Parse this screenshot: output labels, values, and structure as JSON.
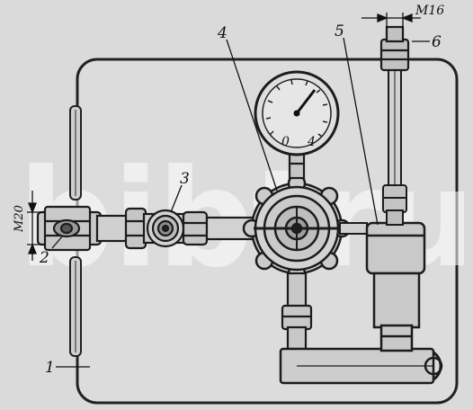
{
  "watermark": "bibtru",
  "labels": {
    "part1": "1",
    "part2": "2",
    "part3": "3",
    "part4": "4",
    "part5": "5",
    "part6": "6",
    "thread_left": "M20",
    "thread_top": "M16"
  },
  "gauge": {
    "scale_min": "0",
    "scale_max": "4"
  }
}
